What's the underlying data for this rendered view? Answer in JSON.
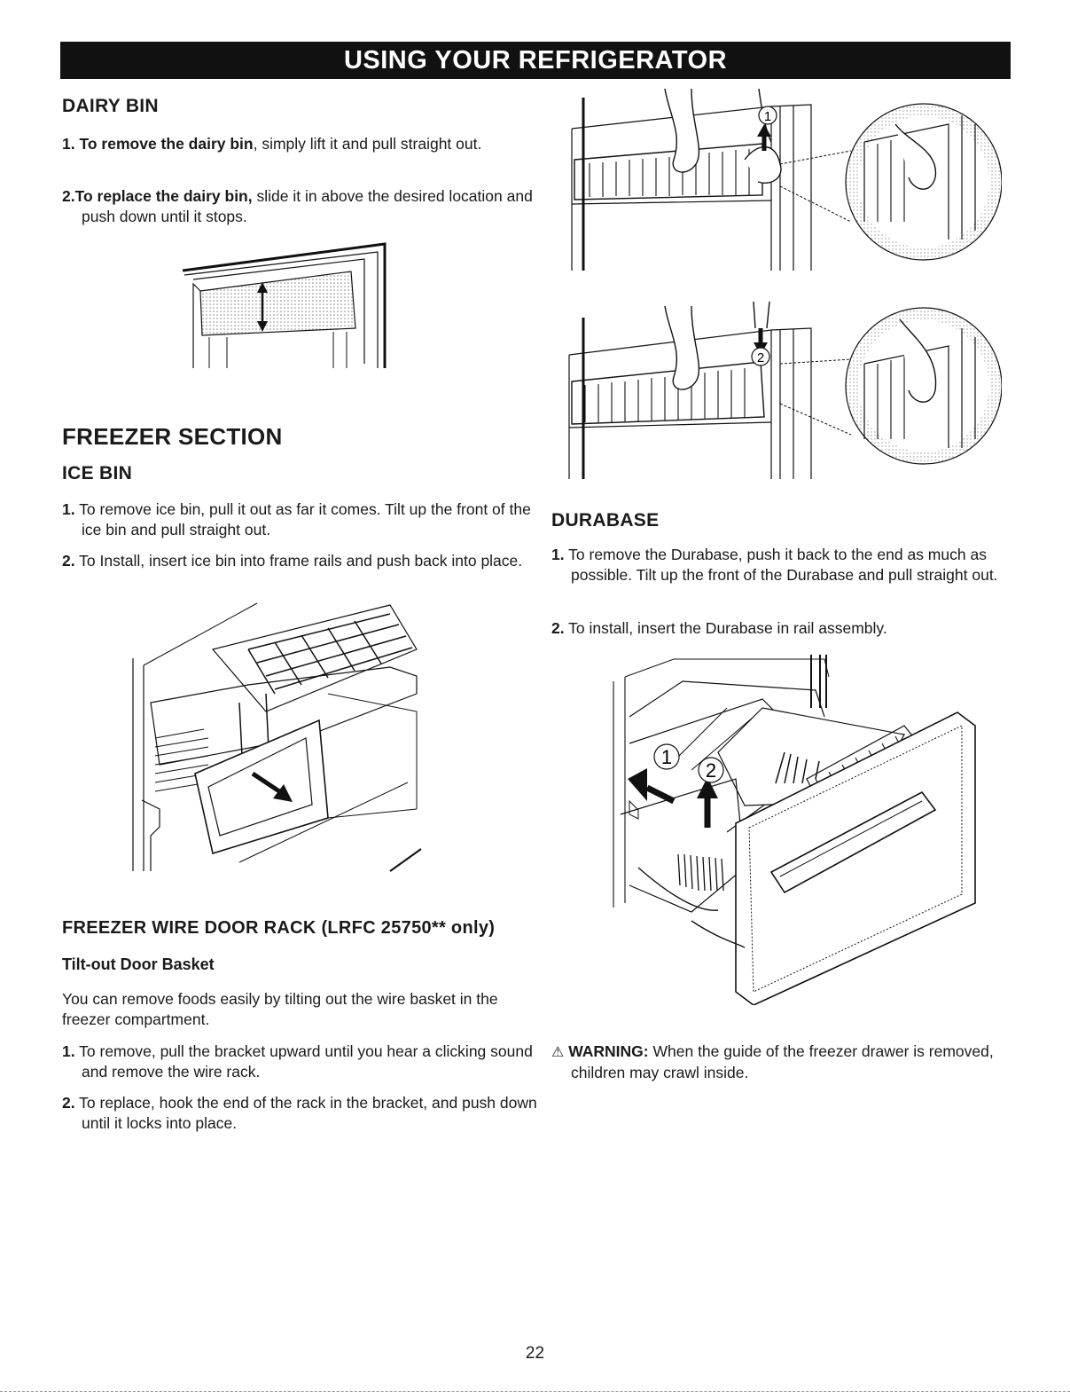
{
  "header": {
    "title": "USING YOUR REFRIGERATOR"
  },
  "dairy": {
    "title": "DAIRY BIN",
    "step1": {
      "num": "1.",
      "lead": "To remove the dairy bin",
      "rest": ", simply lift it and pull straight out."
    },
    "step2": {
      "num": "2.",
      "lead": "To replace the dairy bin,",
      "rest": " slide it in above the desired location and push down until it stops."
    }
  },
  "freezer": {
    "title": "FREEZER SECTION",
    "icebin": {
      "title": "ICE BIN",
      "step1": {
        "num": "1.",
        "text": "To remove ice bin, pull it out as far it comes. Tilt up the front of the ice bin and pull straight out."
      },
      "step2": {
        "num": "2.",
        "text": "To Install, insert ice bin into frame rails and push back into place."
      }
    },
    "rack": {
      "title": "FREEZER WIRE DOOR RACK (LRFC 25750** only)",
      "subtitle": "Tilt-out Door Basket",
      "intro": "You can remove foods easily by tilting out the wire basket in the freezer compartment.",
      "step1": {
        "num": "1.",
        "text": "To remove, pull the bracket upward until you hear a clicking sound and remove the wire rack."
      },
      "step2": {
        "num": "2.",
        "text": "To replace, hook the end of the rack in the bracket, and push down until it locks into place."
      }
    }
  },
  "durabase": {
    "title": "DURABASE",
    "step1": {
      "num": "1.",
      "text": "To remove the Durabase, push it back to the end as much as possible. Tilt up the front of the Durabase and pull straight out."
    },
    "step2": {
      "num": "2.",
      "text": "To install, insert the Durabase in rail assembly."
    },
    "callouts": {
      "one": "1",
      "two": "2"
    }
  },
  "rack_figures": {
    "callout_one": "1",
    "callout_two": "2"
  },
  "warning": {
    "label": "WARNING:",
    "text": " When the guide of the freezer drawer is removed, children may crawl inside."
  },
  "page_number": "22"
}
